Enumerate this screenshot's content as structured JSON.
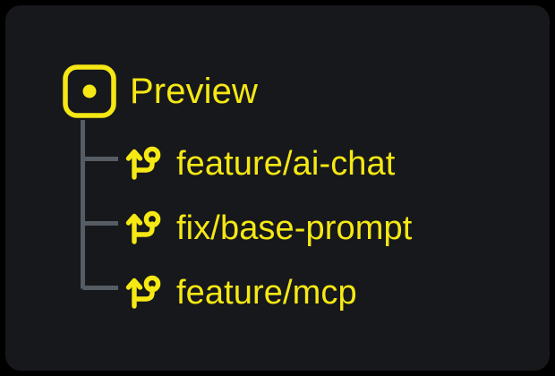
{
  "panel": {
    "background_color": "#17181b",
    "outer_background_color": "#000000",
    "accent_color": "#f5e814",
    "connector_color": "#565c63"
  },
  "tree": {
    "root": {
      "label": "Preview",
      "icon": "preview-dot-square-icon"
    },
    "branches": [
      {
        "label": "feature/ai-chat",
        "icon": "git-branch-icon"
      },
      {
        "label": "fix/base-prompt",
        "icon": "git-branch-icon"
      },
      {
        "label": "feature/mcp",
        "icon": "git-branch-icon"
      }
    ]
  }
}
